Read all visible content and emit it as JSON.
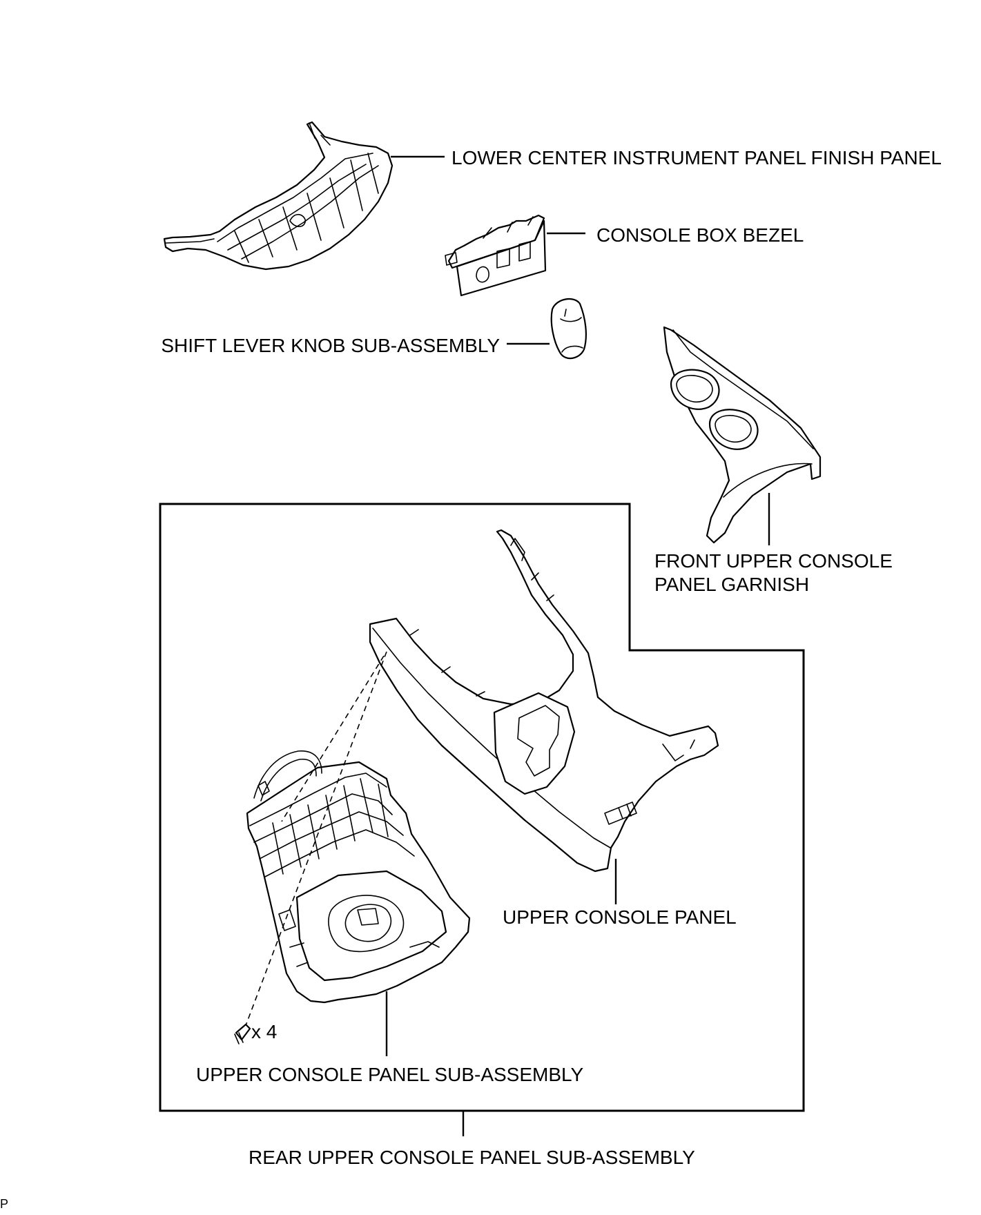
{
  "labels": {
    "lower_center_finish_panel": "LOWER CENTER INSTRUMENT PANEL FINISH PANEL",
    "console_box_bezel": "CONSOLE BOX BEZEL",
    "shift_lever_knob": "SHIFT LEVER KNOB SUB-ASSEMBLY",
    "front_upper_garnish_line1": "FRONT UPPER CONSOLE",
    "front_upper_garnish_line2": "PANEL GARNISH",
    "upper_console_panel": "UPPER CONSOLE PANEL",
    "screw_quantity": "x 4",
    "upper_console_sub_assembly": "UPPER CONSOLE PANEL SUB-ASSEMBLY",
    "rear_upper_sub_assembly": "REAR UPPER CONSOLE PANEL SUB-ASSEMBLY",
    "corner_code": "P"
  }
}
